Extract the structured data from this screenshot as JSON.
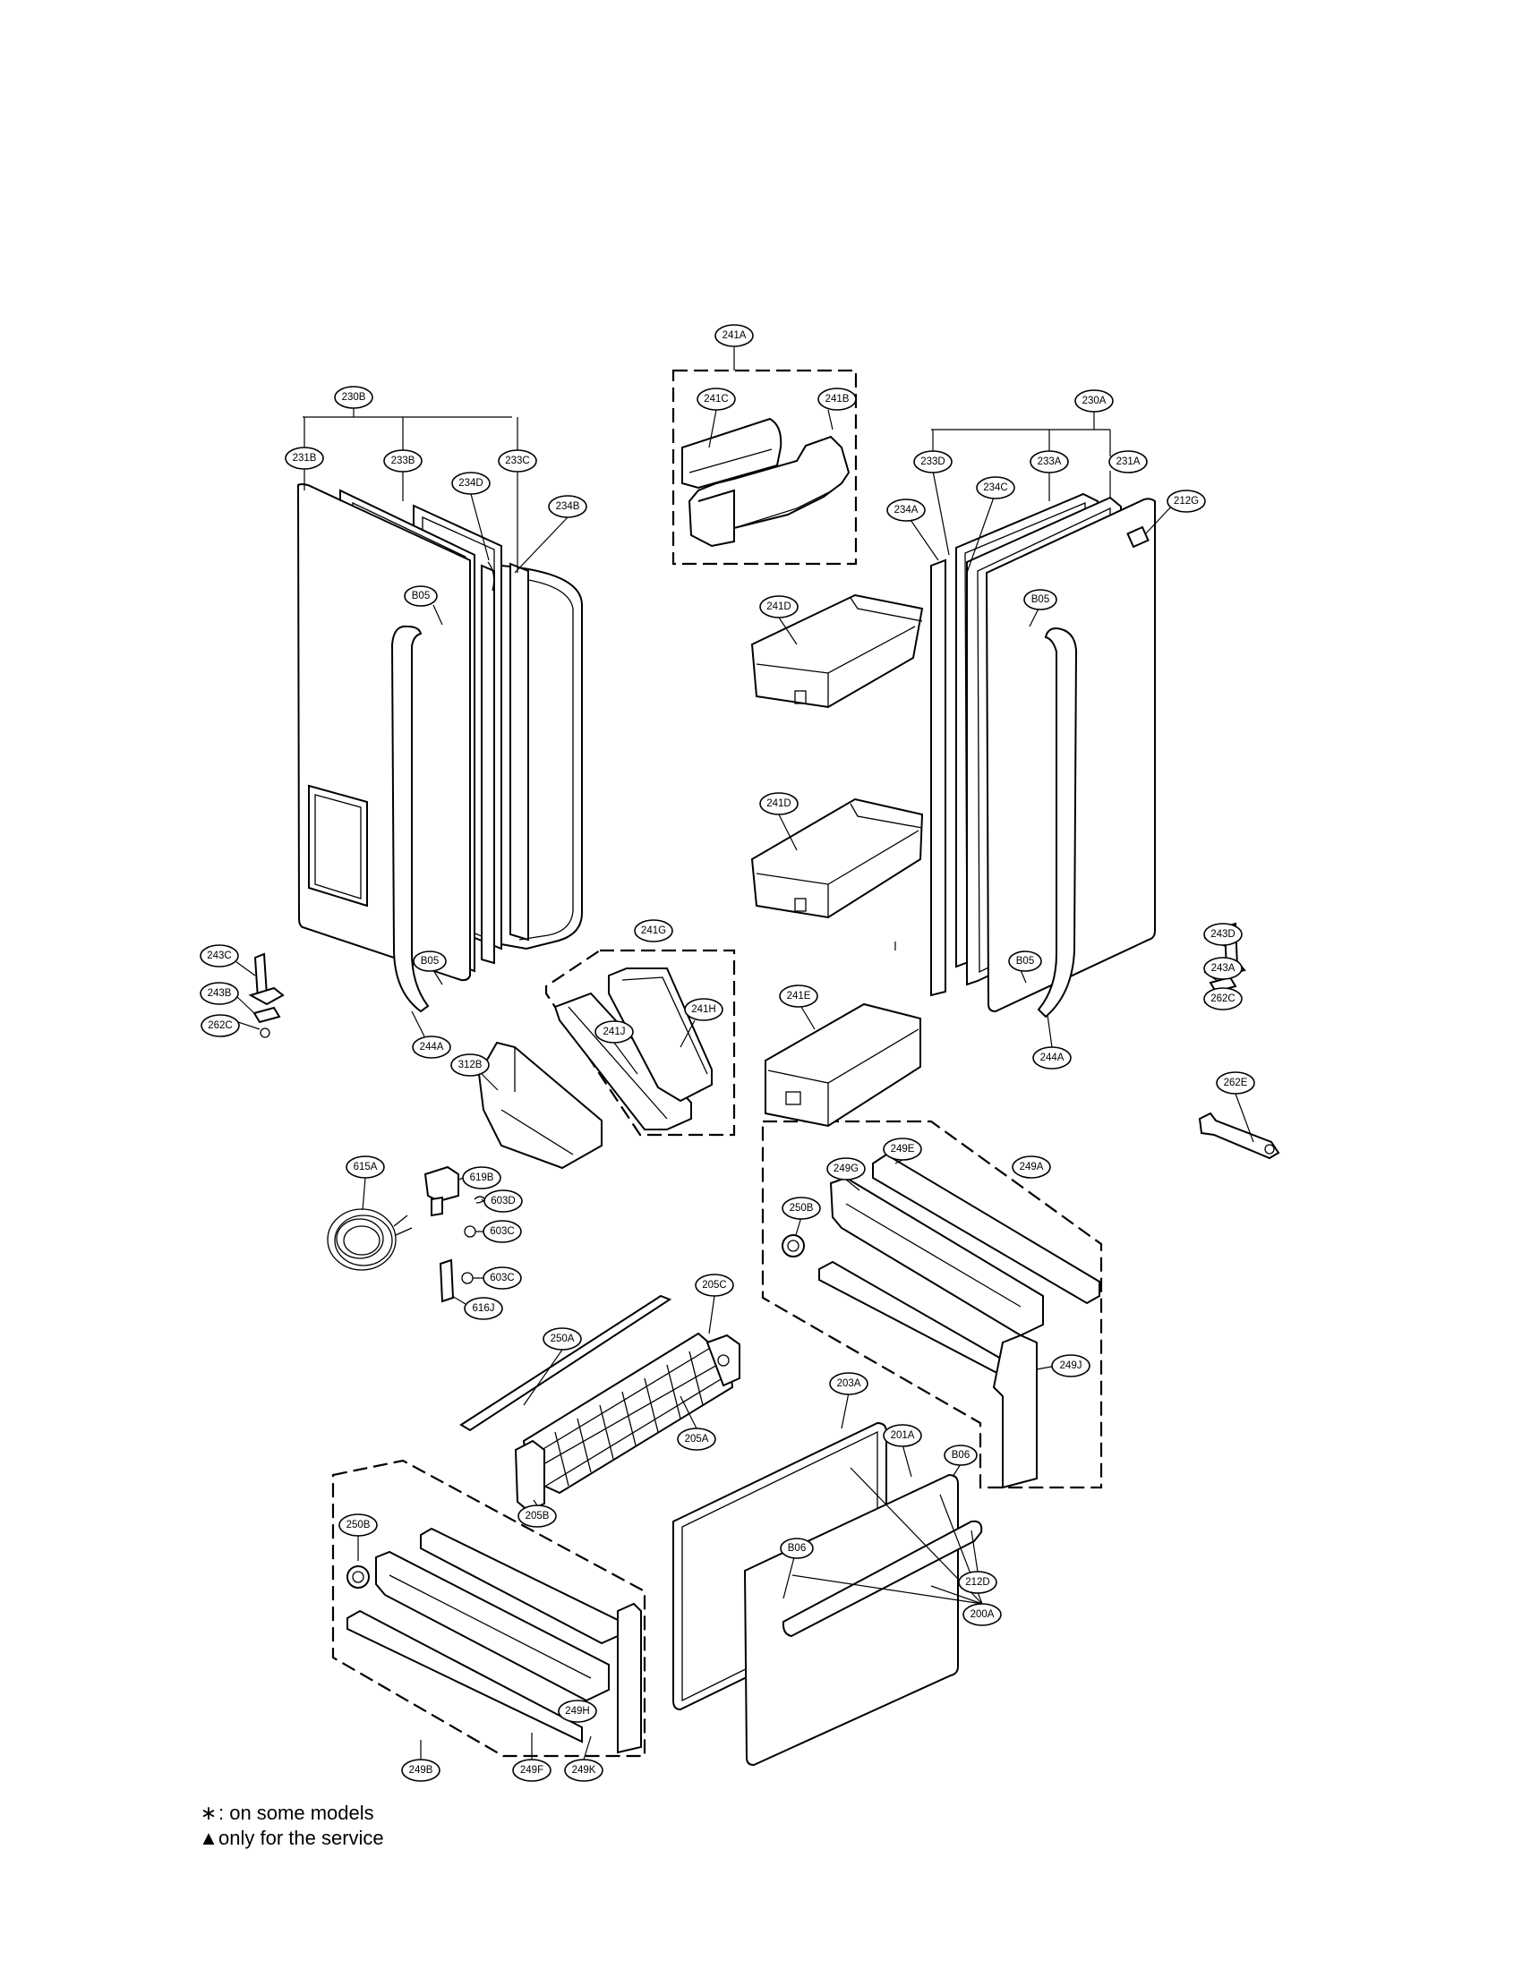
{
  "callouts": {
    "c241A": "241A",
    "c241C": "241C",
    "c241B": "241B",
    "c230B": "230B",
    "c231B": "231B",
    "c233B": "233B",
    "c233C": "233C",
    "c234D": "234D",
    "c234B": "234B",
    "c230A": "230A",
    "c233D": "233D",
    "c233A": "233A",
    "c231A": "231A",
    "c234C": "234C",
    "c234A": "234A",
    "c212G": "212G",
    "cB05a": "B05",
    "cB05b": "B05",
    "cB05c": "B05",
    "cB05d": "B05",
    "c241D1": "241D",
    "c241D2": "241D",
    "c243C": "243C",
    "c243B": "243B",
    "c262C1": "262C",
    "c244A1": "244A",
    "c243D": "243D",
    "c243A": "243A",
    "c262C2": "262C",
    "c244A2": "244A",
    "c241G": "241G",
    "c241H": "241H",
    "c241J": "241J",
    "c241E": "241E",
    "c312B": "312B",
    "c262E": "262E",
    "c615A": "615A",
    "c619B": "619B",
    "c603D": "603D",
    "c603C1": "603C",
    "c603C2": "603C",
    "c616J": "616J",
    "c249E": "249E",
    "c249A": "249A",
    "c249G": "249G",
    "c250B1": "250B",
    "c249J": "249J",
    "c250A": "250A",
    "c205C": "205C",
    "c205A": "205A",
    "c205B": "205B",
    "c203A": "203A",
    "c201A": "201A",
    "cB06a": "B06",
    "cB06b": "B06",
    "c212D": "212D",
    "c200A": "200A",
    "c250B2": "250B",
    "c249H": "249H",
    "c249B": "249B",
    "c249F": "249F",
    "c249K": "249K"
  },
  "legend": {
    "asterisk_symbol": "∗",
    "asterisk_text": ": on some models",
    "triangle_symbol": "▲",
    "triangle_text": "only for the service"
  }
}
